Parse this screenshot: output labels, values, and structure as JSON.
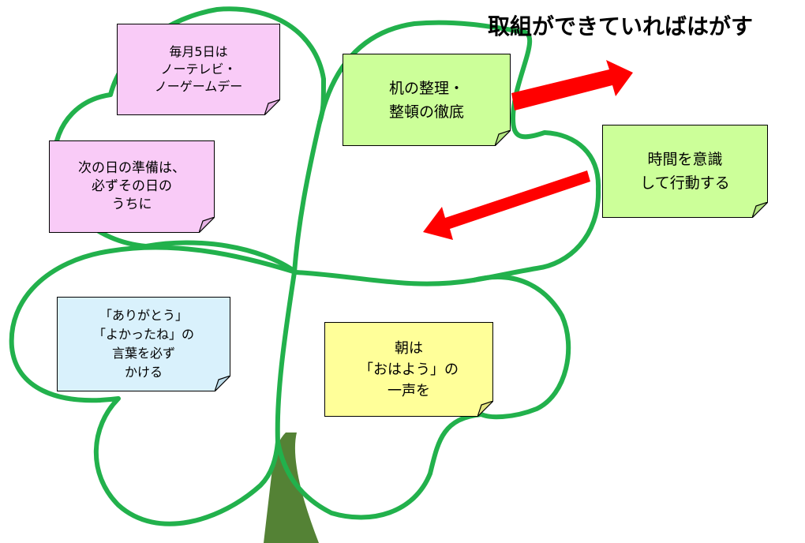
{
  "title": "取組ができていればはがす",
  "colors": {
    "leaf_outline": "#22b14c",
    "stem": "#548235",
    "arrow": "#ff0000",
    "note_pink": "#f9cbf7",
    "note_green": "#ccff99",
    "note_blue": "#d9f1fc",
    "note_yellow": "#ffff99"
  },
  "notes": [
    {
      "id": "no-tv-game-day",
      "color": "pink",
      "lines": [
        "毎月5日は",
        "ノーテレビ・",
        "ノーゲームデー"
      ]
    },
    {
      "id": "prepare-next-day",
      "color": "pink",
      "lines": [
        "次の日の準備は、",
        "必ずその日の",
        "うちに"
      ]
    },
    {
      "id": "tidy-desk",
      "color": "green",
      "lines": [
        "机の整理・",
        "整頓の徹底"
      ]
    },
    {
      "id": "time-awareness",
      "color": "green",
      "lines": [
        "時間を意識",
        "して行動する"
      ]
    },
    {
      "id": "thank-you-words",
      "color": "blue",
      "lines": [
        "「ありがとう」",
        "「よかったね」の",
        "言葉を必ず",
        "かける"
      ]
    },
    {
      "id": "morning-greeting",
      "color": "yellow",
      "lines": [
        "朝は",
        "「おはよう」の",
        "一声を"
      ]
    }
  ],
  "arrows": [
    {
      "id": "peel-off-arrow",
      "direction": "out-right"
    },
    {
      "id": "put-back-arrow",
      "direction": "in-left"
    }
  ]
}
